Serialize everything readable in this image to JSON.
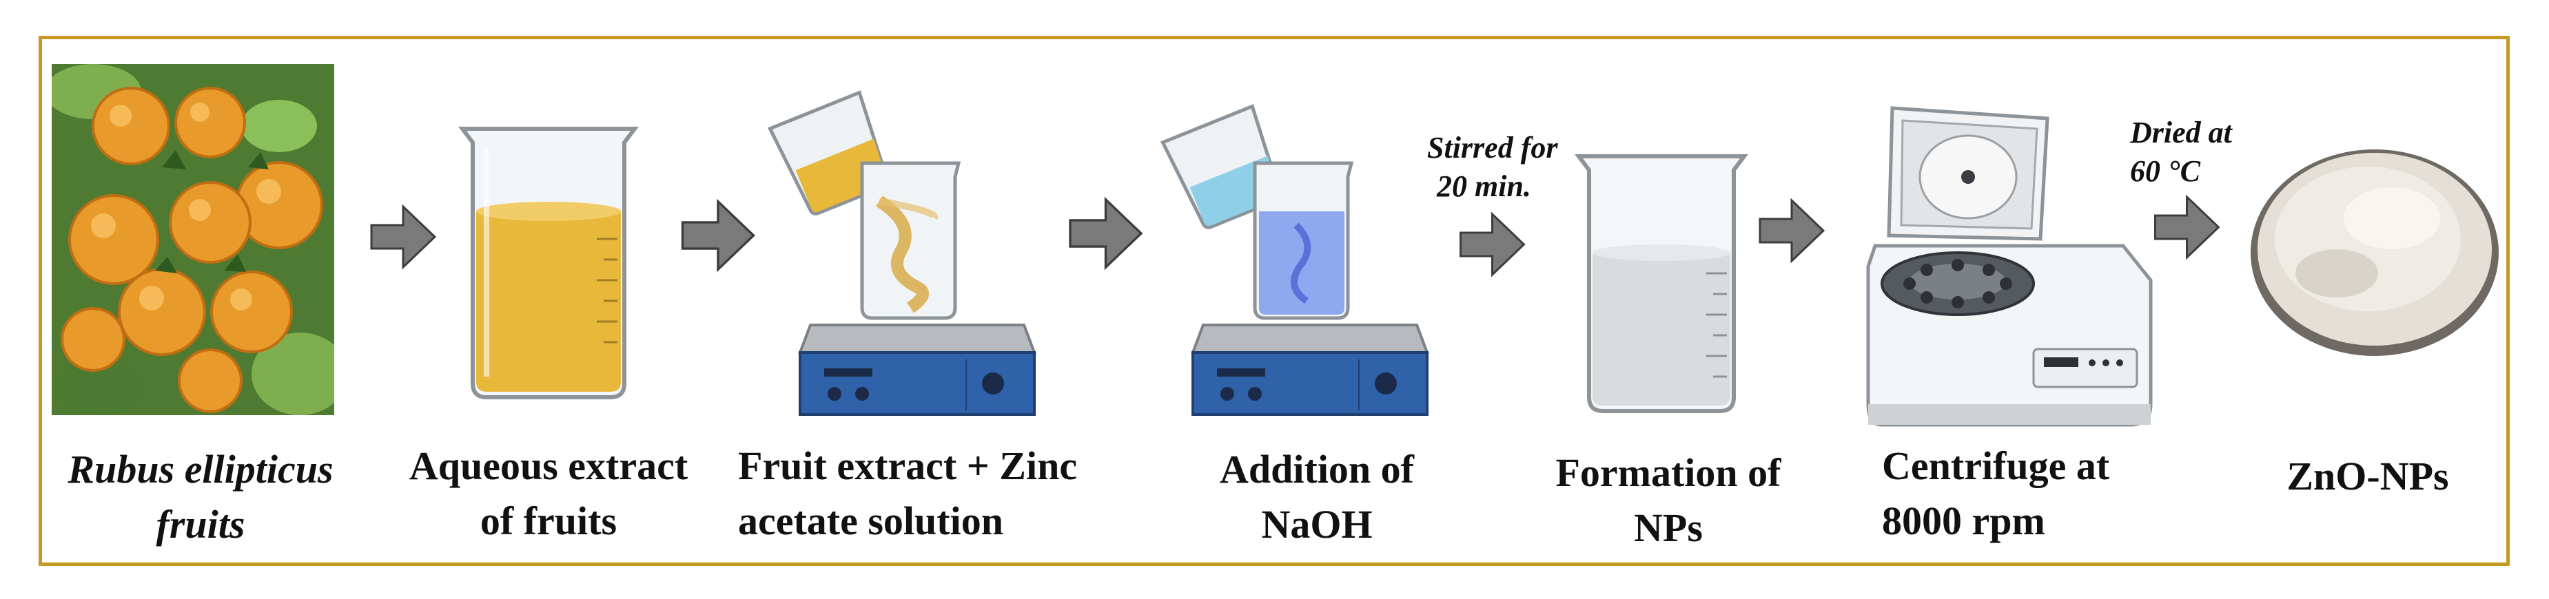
{
  "steps": [
    {
      "id": "rubus",
      "line1": "Rubus ellipticus",
      "line2": "fruits"
    },
    {
      "id": "aqueous",
      "line1": "Aqueous extract",
      "line2": "of fruits"
    },
    {
      "id": "mix",
      "line1": "Fruit extract + Zinc",
      "line2": "acetate solution"
    },
    {
      "id": "naoh",
      "line1": "Addition of",
      "line2": "NaOH"
    },
    {
      "id": "formation",
      "line1": "Formation of",
      "line2": "NPs"
    },
    {
      "id": "centrifuge",
      "line1": "Centrifuge at",
      "line2": "8000 rpm"
    },
    {
      "id": "zno",
      "line1": "ZnO-NPs"
    }
  ],
  "notes": {
    "stirred": {
      "line1": "Stirred for",
      "line2": "20 min."
    },
    "dried": {
      "line1": "Dried at",
      "line2": "60 °C"
    }
  },
  "colors": {
    "border": "#c49a22",
    "arrow": "#7a7a7a",
    "extract": "#e8b83a",
    "naoh": "#8fa8f0",
    "stirrer": "#2f62a8"
  }
}
